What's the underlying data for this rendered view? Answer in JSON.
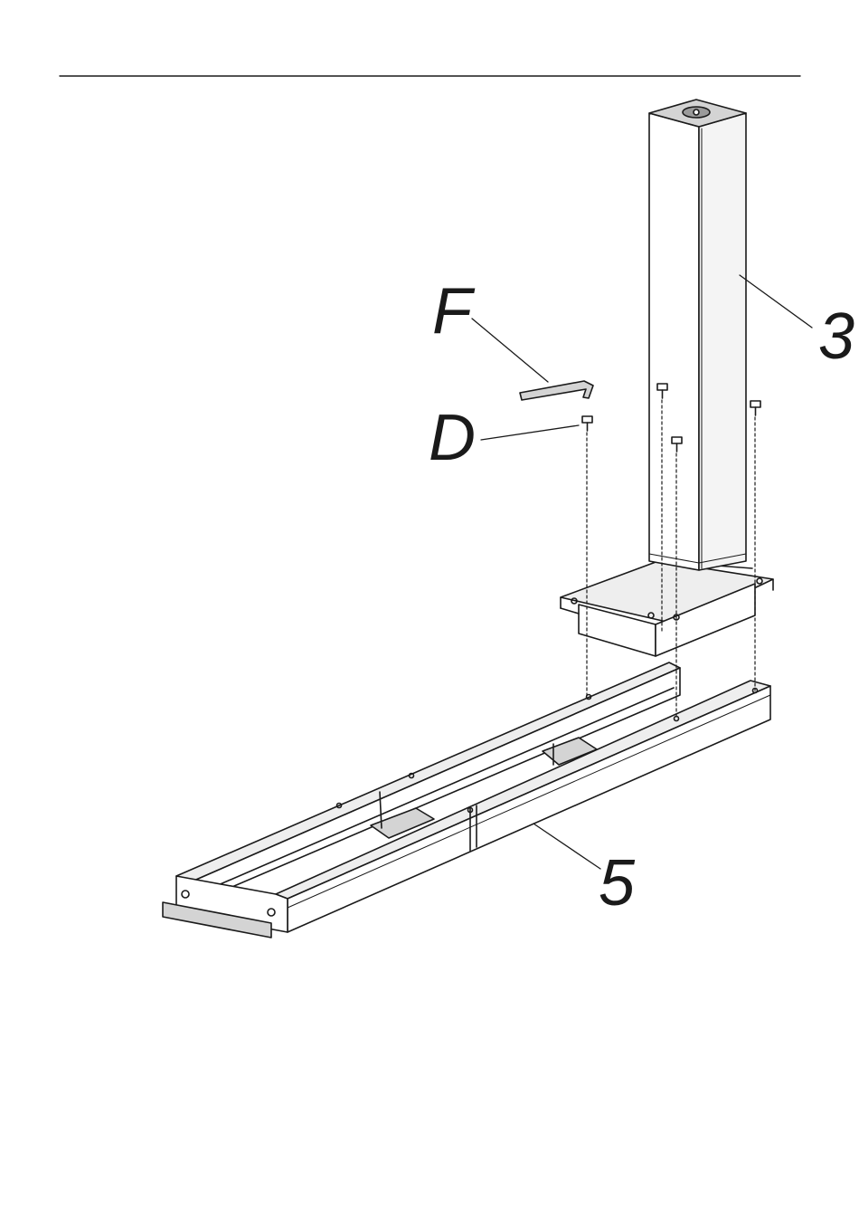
{
  "callouts": {
    "allen_key": "F",
    "screw": "D",
    "leg_column": "3",
    "foot_rail": "5"
  },
  "colors": {
    "ink": "#1a1a1a",
    "paper": "#ffffff",
    "shade_light": "#eeeeee",
    "shade_mid": "#d4d4d4",
    "shade_dark": "#9a9a9a"
  }
}
